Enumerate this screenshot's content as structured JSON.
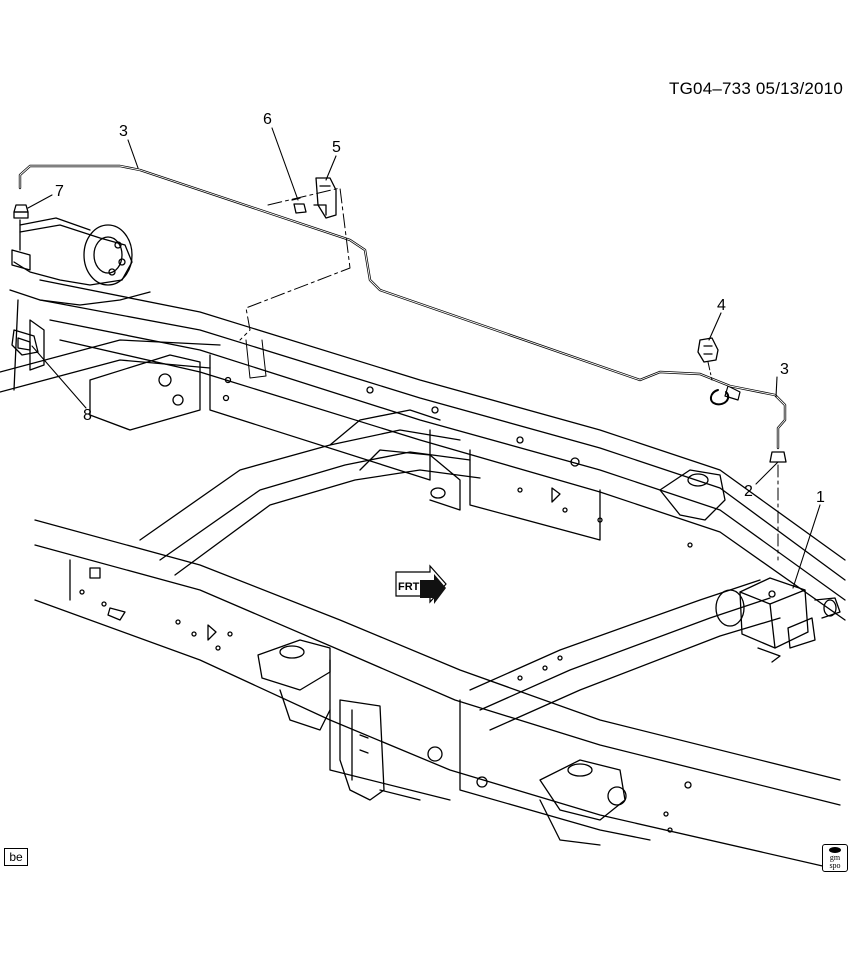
{
  "header": {
    "code": "TG04–733  05/13/2010"
  },
  "callouts": [
    "1",
    "2",
    "3",
    "3",
    "4",
    "5",
    "6",
    "7",
    "8"
  ],
  "front_arrow": {
    "text": "FRT"
  },
  "footer": {
    "left_box": "be",
    "badge_top": "gm",
    "badge_bottom": "spo"
  }
}
